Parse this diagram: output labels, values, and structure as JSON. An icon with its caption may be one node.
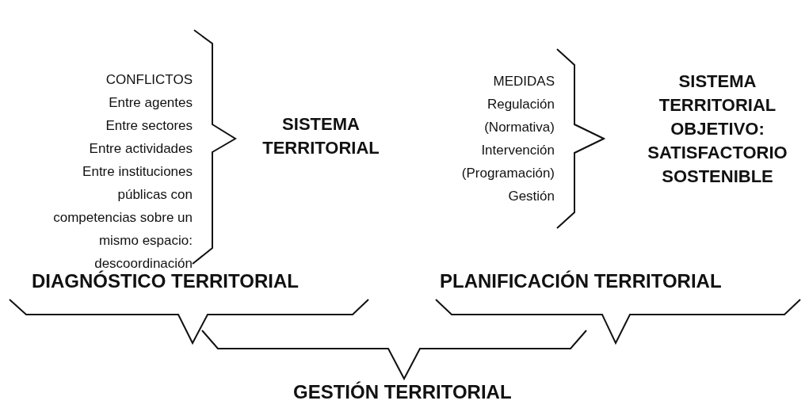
{
  "diagram": {
    "labels": [
      "CONFLICTOS",
      "Entre agentes",
      "Entre sectores",
      "Entre actividades",
      "Entre instituciones públicas con competencias sobre un mismo espacio: descoordinación",
      "SISTEMA TERRITORIAL",
      "MEDIDAS",
      "Regulación (Normativa)",
      "Intervención (Programación)",
      "Gestión",
      "SISTEMA TERRITORIAL OBJETIVO: SATISFACTORIO SOSTENIBLE",
      "DIAGNÓSTICO TERRITORIAL",
      "PLANIFICACIÓN TERRITORIAL",
      "GESTIÓN TERRITORIAL"
    ]
  }
}
